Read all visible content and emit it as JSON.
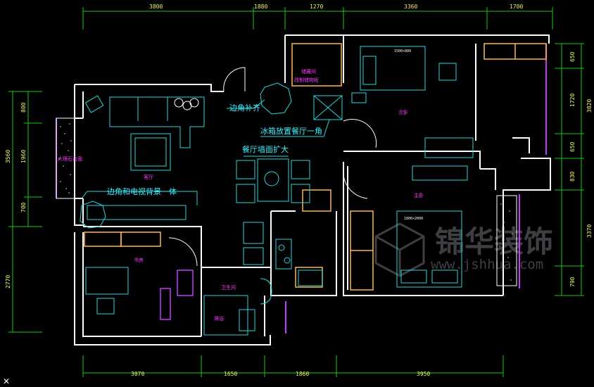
{
  "colors": {
    "wall": "#ffffff",
    "furniture": "#29d7e0",
    "dimension_line": "#18c718",
    "dimension_text": "#f2f26a",
    "room_label": "#ff3cff",
    "annotation": "#3cf0ff",
    "cabinet": "#ffb74d",
    "window": "#c23cff"
  },
  "dimensions": {
    "top": [
      "3800",
      "1880",
      "1270",
      "3360",
      "1700"
    ],
    "bottom": [
      "3070",
      "1650",
      "1860",
      "3950"
    ],
    "left_outer": [
      "3560",
      "2770"
    ],
    "left_inner": [
      "800",
      "1960",
      "700"
    ],
    "right_inner": [
      "650",
      "1720",
      "650",
      "830",
      "790"
    ],
    "right_outer": [
      "3020",
      "3370"
    ]
  },
  "rooms": {
    "living": "客厅",
    "second_bedroom": "次卧",
    "master_bedroom": "主卧",
    "study": "书房",
    "bathroom": "卫生间",
    "bath_area": "淋浴",
    "storage": "储藏间",
    "storage_sub": "改制储物柜",
    "balcony": "大理石台面"
  },
  "annotations": {
    "corner_fill": "边角补齐",
    "fridge": "冰箱放置餐厅一角",
    "dining_wall": "餐厅墙面扩大",
    "tv_wall": "边角和电视背景一体"
  },
  "labels": {
    "wardrobe": "1500×800",
    "master_bed": "1800×2000"
  },
  "watermark": {
    "cn": "锦华装饰",
    "url": "www.jshhua.com"
  }
}
